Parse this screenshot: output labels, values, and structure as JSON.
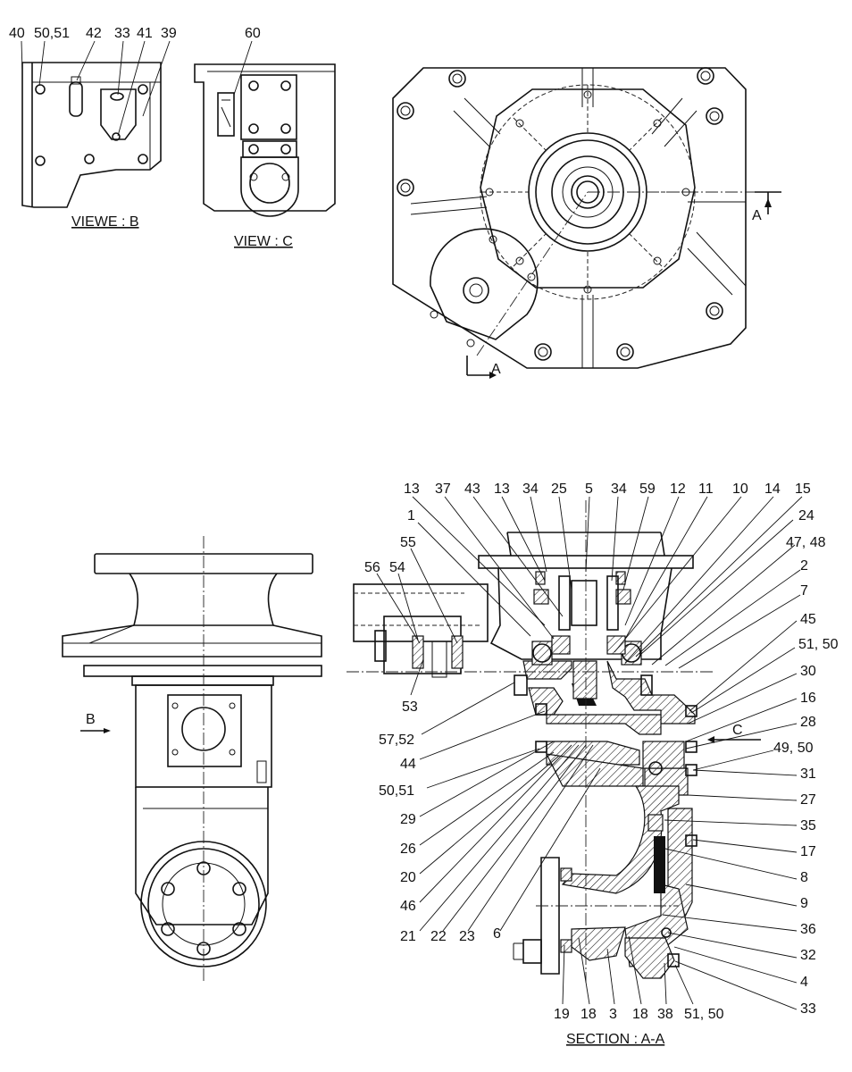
{
  "view_titles": {
    "view_b": "VIEWE : B",
    "view_c": "VIEW : C",
    "section": "SECTION : A-A"
  },
  "markers": {
    "section_a_top": "A",
    "section_a_bottom": "A",
    "view_b_arrow": "B",
    "view_c_arrow": "C"
  },
  "view_b_labels": [
    "40",
    "50,51",
    "42",
    "33",
    "41",
    "39"
  ],
  "view_c_labels": [
    "60"
  ],
  "section_top_labels": [
    "13",
    "37",
    "43",
    "13",
    "34",
    "25",
    "5",
    "34",
    "59",
    "12",
    "11",
    "10",
    "14",
    "15"
  ],
  "section_left_labels": [
    "1",
    "55",
    "56",
    "54",
    "53",
    "57,52",
    "44",
    "50,51",
    "29",
    "26",
    "20",
    "46",
    "21",
    "22",
    "23",
    "6"
  ],
  "section_right_labels": [
    "24",
    "47, 48",
    "2",
    "7",
    "45",
    "51, 50",
    "30",
    "16",
    "28",
    "49, 50",
    "31",
    "27",
    "35",
    "17",
    "8",
    "9",
    "36",
    "32",
    "4",
    "33"
  ],
  "section_bottom_labels": [
    "19",
    "18",
    "3",
    "18",
    "38",
    "51, 50"
  ]
}
